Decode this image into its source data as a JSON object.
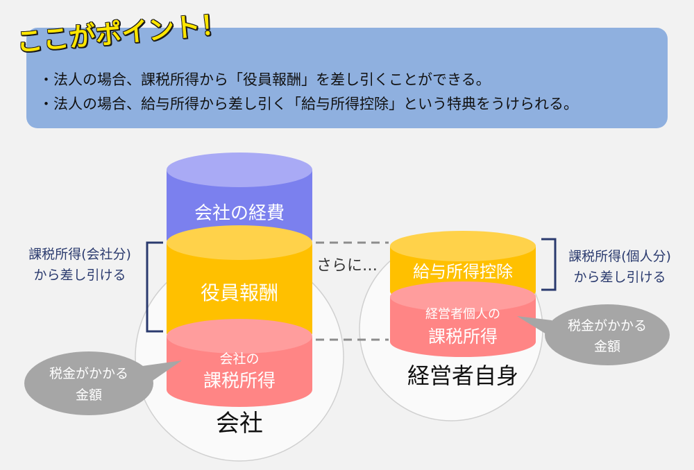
{
  "header": {
    "title": "ここがポイント！",
    "bullets": [
      "法人の場合、課税所得から「役員報酬」を差し引くことができる。",
      "法人の場合、給与所得から差し引く「給与所得控除」という特典をうけられる。"
    ]
  },
  "company": {
    "label": "会社",
    "segments": [
      {
        "lines": [
          "会社の経費"
        ],
        "color": "#7b80ee"
      },
      {
        "lines": [
          "役員報酬"
        ],
        "color": "#ffc000"
      },
      {
        "lines": [
          "会社の",
          "課税所得"
        ],
        "color": "#ff8585"
      }
    ],
    "bracket_label": [
      "課税所得(会社分)",
      "から差し引ける"
    ],
    "tax_bubble": [
      "税金がかかる",
      "金額"
    ]
  },
  "connector_label": "さらに…",
  "owner": {
    "label": "経営者自身",
    "segments": [
      {
        "lines": [
          "給与所得控除"
        ],
        "color": "#ffc000"
      },
      {
        "lines": [
          "経営者個人の",
          "課税所得"
        ],
        "color": "#ff8585"
      }
    ],
    "bracket_label": [
      "課税所得(個人分)",
      "から差し引ける"
    ],
    "tax_bubble": [
      "税金がかかる",
      "金額"
    ]
  },
  "colors": {
    "header_bg": "#8fb0df",
    "title_color": "#ffe600",
    "bracket_color": "#2a3a6e",
    "bubble_color": "#a6a6a6"
  }
}
